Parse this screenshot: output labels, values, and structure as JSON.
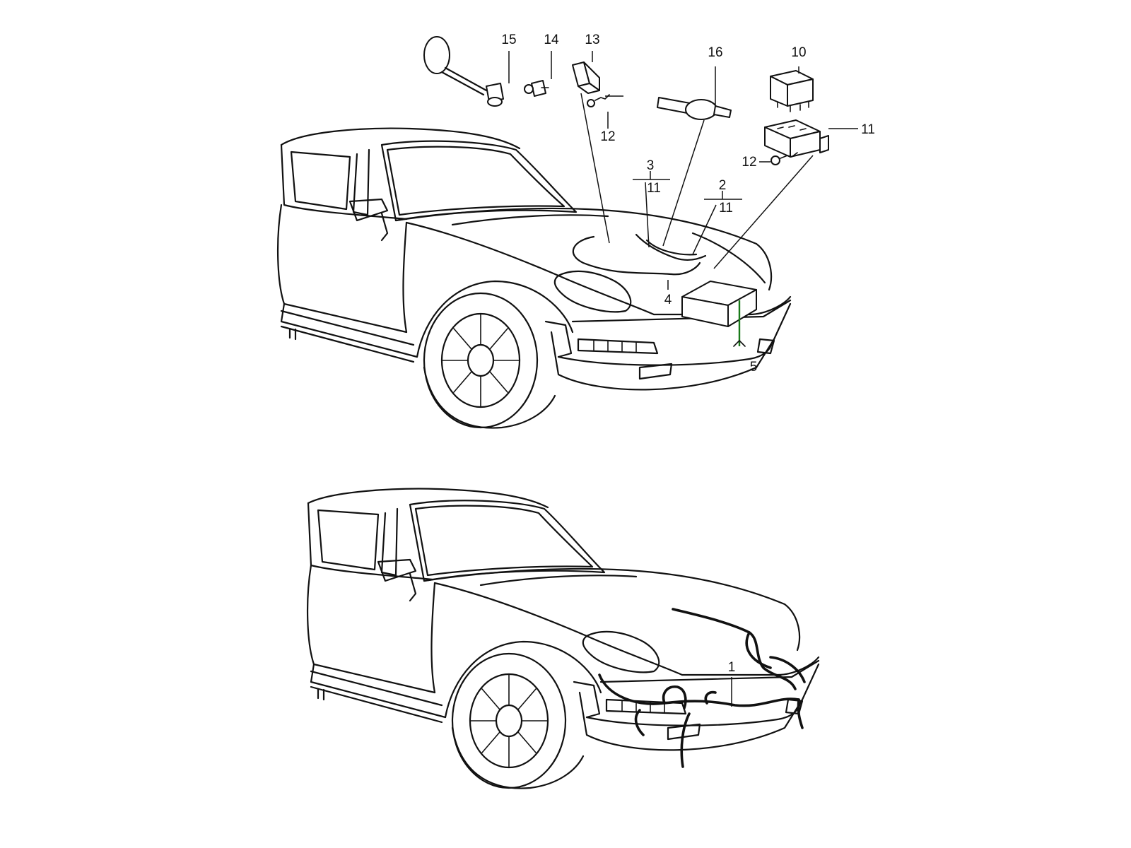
{
  "callouts": {
    "c15": "15",
    "c14": "14",
    "c13": "13",
    "c16": "16",
    "c10": "10",
    "c11a": "11",
    "c12a": "12",
    "c12b": "12",
    "c3": "3",
    "c3sub": "11",
    "c2": "2",
    "c2sub": "11",
    "c4": "4",
    "c5": "5",
    "c1": "1"
  },
  "colors": {
    "line": "#111111",
    "highlight": "#1a7a1a",
    "background": "#ffffff"
  }
}
